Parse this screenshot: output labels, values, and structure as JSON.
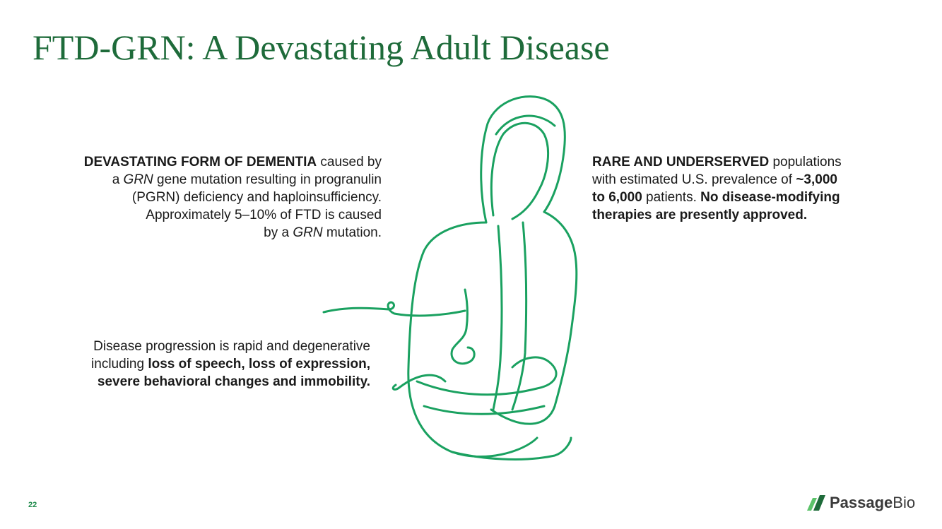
{
  "slide": {
    "title": "FTD-GRN: A Devastating Adult Disease",
    "page_number": "22"
  },
  "left_top": {
    "l1_bold": "DEVASTATING FORM OF DEMENTIA",
    "l1_rest": " caused by",
    "l2_a": "a ",
    "l2_italic": "GRN",
    "l2_b": " gene mutation resulting in progranulin",
    "l3": "(PGRN) deficiency and haploinsufficiency.",
    "l4": "Approximately 5–10% of FTD is caused",
    "l5_a": "by a ",
    "l5_italic": "GRN",
    "l5_b": " mutation."
  },
  "left_bottom": {
    "l1": "Disease progression is rapid and degenerative",
    "l2_a": "including ",
    "l2_bold": "loss of speech, loss of expression,",
    "l3_bold": "severe behavioral changes and immobility."
  },
  "right_top": {
    "l1_bold": "RARE AND UNDERSERVED",
    "l1_rest": " populations",
    "l2_a": "with estimated U.S. prevalence of ",
    "l2_bold": "~3,000",
    "l3_bold": "to 6,000",
    "l3_rest": " patients. ",
    "l3_bold2": "No disease-modifying",
    "l4_bold": "therapies are presently approved."
  },
  "logo": {
    "word_bold": "Passage",
    "word_regular": "Bio",
    "icon": "passagebio-logo-icon"
  },
  "colors": {
    "title": "#1e6b3a",
    "illustration_line": "#1aa160",
    "logo_dark": "#1e6b3a",
    "logo_light": "#5cc36a"
  }
}
